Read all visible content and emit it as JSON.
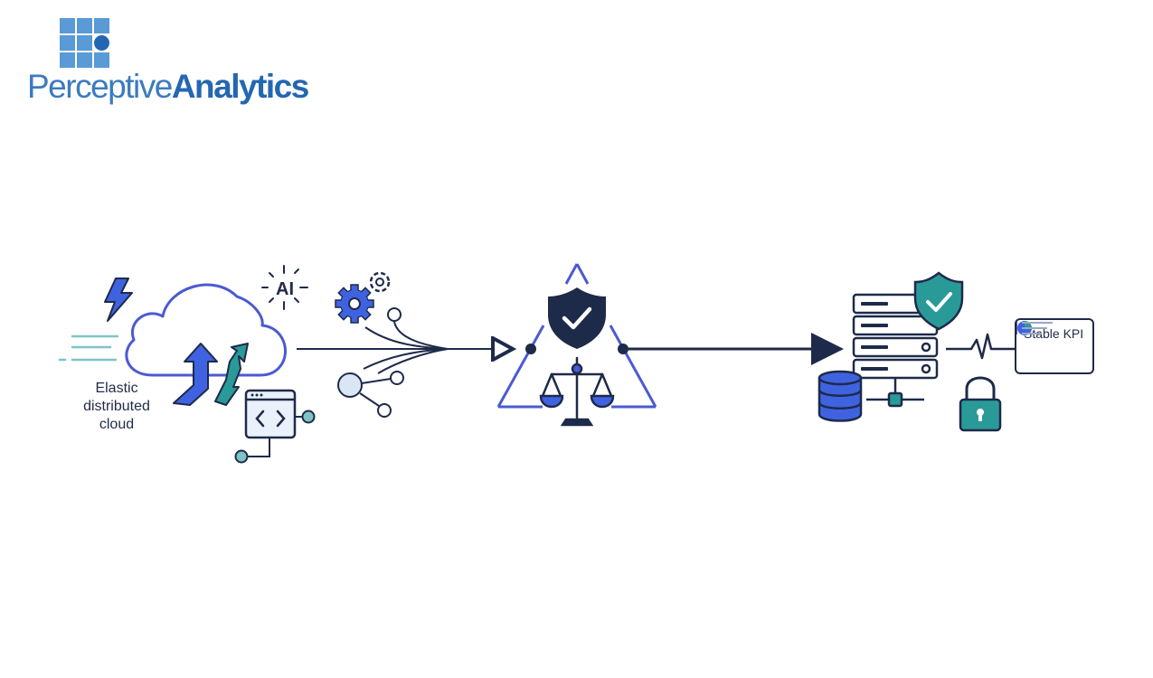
{
  "logo": {
    "text_light": "Perceptive",
    "text_bold": "Analytics",
    "color": "#5a9ad6"
  },
  "diagram": {
    "cloud_label_lines": [
      "Elastic",
      "distributed",
      "cloud"
    ],
    "ai_label": "AI",
    "kpi_label": "Stable KPI",
    "icons": [
      "lightning-icon",
      "speed-lines-icon",
      "cloud-icon",
      "sync-arrows-icon",
      "code-window-icon",
      "ai-spark-icon",
      "gears-icon",
      "converging-network-icon",
      "shield-check-icon",
      "balance-scale-icon",
      "triangle-frame",
      "server-rack-icon",
      "database-icon",
      "padlock-icon",
      "pulse-line-icon",
      "kpi-card-icon"
    ],
    "colors": {
      "navy": "#1e2a4a",
      "indigo": "#4a5bd0",
      "blue": "#3f63e0",
      "teal": "#2a9a98",
      "light_teal": "#7fc4c4"
    }
  }
}
